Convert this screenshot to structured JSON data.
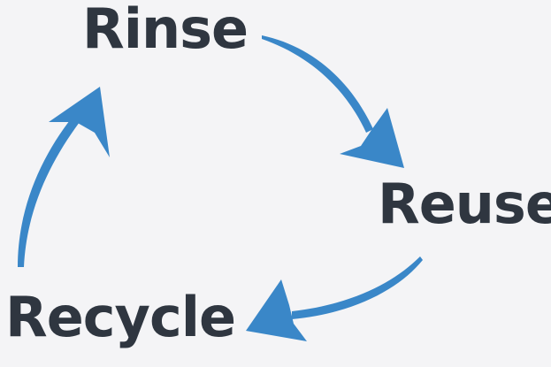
{
  "diagram": {
    "nodes": [
      {
        "id": "rinse",
        "label": "Rinse"
      },
      {
        "id": "reuse",
        "label": "Reuse"
      },
      {
        "id": "recycle",
        "label": "Recycle"
      }
    ],
    "edges": [
      {
        "from": "rinse",
        "to": "reuse"
      },
      {
        "from": "reuse",
        "to": "recycle"
      },
      {
        "from": "recycle",
        "to": "rinse"
      }
    ]
  },
  "colors": {
    "text": "#2f3640",
    "arrow": "#3a87c8",
    "background": "#f4f4f6"
  }
}
